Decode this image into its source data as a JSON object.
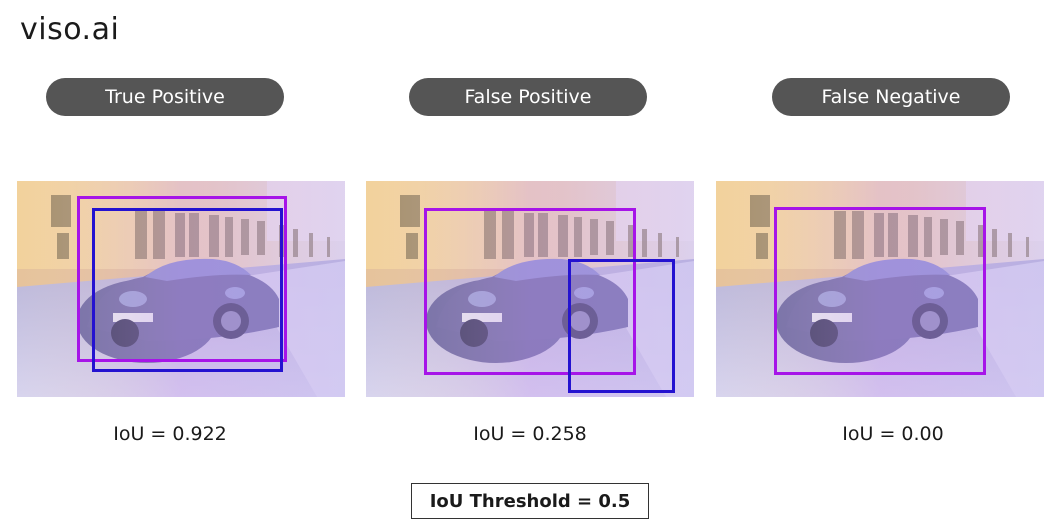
{
  "brand": {
    "logo_text": "viso.ai"
  },
  "categories": [
    {
      "label": "True Positive",
      "iou_text": "IoU = 0.922"
    },
    {
      "label": "False Positive",
      "iou_text": "IoU = 0.258"
    },
    {
      "label": "False Negative",
      "iou_text": "IoU = 0.00"
    }
  ],
  "threshold": {
    "text": "IoU Threshold = 0.5"
  },
  "colors": {
    "ground_truth_box": "#a614e8",
    "prediction_box": "#2412d0",
    "label_pill": "#555555"
  }
}
